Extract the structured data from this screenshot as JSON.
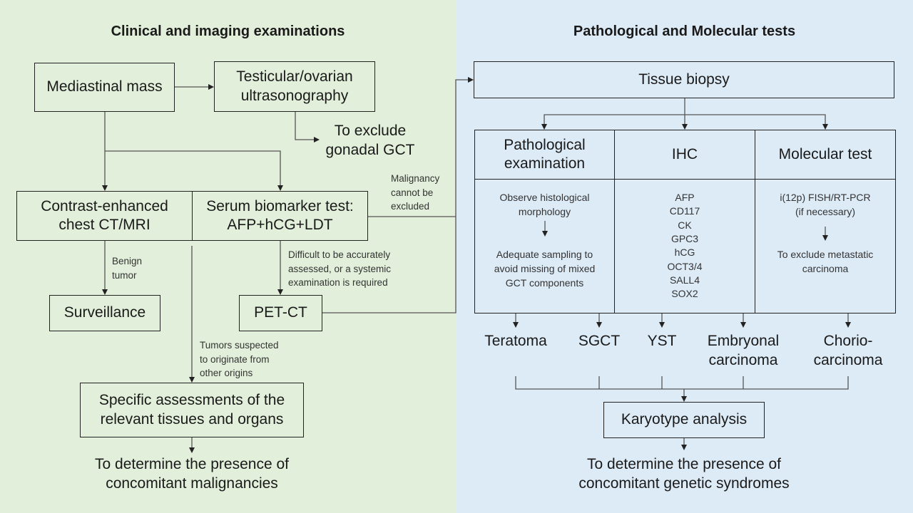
{
  "colors": {
    "left_bg": "#E2EFDA",
    "right_bg": "#DDEBF7",
    "line": "#555555",
    "text": "#1a1a1a"
  },
  "left": {
    "heading": "Clinical and imaging examinations",
    "mediastinal_mass": "Mediastinal mass",
    "ultrasonography": [
      "Testicular/ovarian",
      "ultrasonography"
    ],
    "exclude_gonadal": [
      "To exclude",
      "gonadal GCT"
    ],
    "ct_mri": [
      "Contrast-enhanced",
      "chest CT/MRI"
    ],
    "serum_test": [
      "Serum biomarker test:",
      "AFP+hCG+LDT"
    ],
    "benign_note": [
      "Benign",
      "tumor"
    ],
    "difficult_note": [
      "Difficult to be accurately",
      "assessed, or a systemic",
      "examination is required"
    ],
    "malignancy_note": [
      "Malignancy",
      "cannot be",
      "excluded"
    ],
    "surveillance": "Surveillance",
    "pet_ct": "PET-CT",
    "tumors_note": [
      "Tumors suspected",
      "to originate from",
      "other origins"
    ],
    "specific_assess": [
      "Specific assessments of the",
      "relevant tissues and organs"
    ],
    "determine_malig": [
      "To determine the presence of",
      "concomitant malignancies"
    ]
  },
  "right": {
    "heading": "Pathological and Molecular tests",
    "tissue_biopsy": "Tissue biopsy",
    "columns": [
      {
        "title": [
          "Pathological",
          "examination"
        ],
        "top": [
          "Observe histological",
          "morphology"
        ],
        "bottom": [
          "Adequate sampling to",
          "avoid missing of mixed",
          "GCT components"
        ]
      },
      {
        "title": [
          "IHC"
        ],
        "markers": [
          "AFP",
          "CD117",
          "CK",
          "GPC3",
          "hCG",
          "OCT3/4",
          "SALL4",
          "SOX2"
        ]
      },
      {
        "title": [
          "Molecular test"
        ],
        "top": [
          "i(12p) FISH/RT-PCR",
          "(if necessary)"
        ],
        "bottom": [
          "To exclude metastatic",
          "carcinoma"
        ]
      }
    ],
    "tumor_types": [
      [
        "Teratoma"
      ],
      [
        "SGCT"
      ],
      [
        "YST"
      ],
      [
        "Embryonal",
        "carcinoma"
      ],
      [
        "Chorio-",
        "carcinoma"
      ]
    ],
    "karyotype": "Karyotype analysis",
    "determine_genetic": [
      "To determine the presence of",
      "concomitant genetic syndromes"
    ]
  }
}
